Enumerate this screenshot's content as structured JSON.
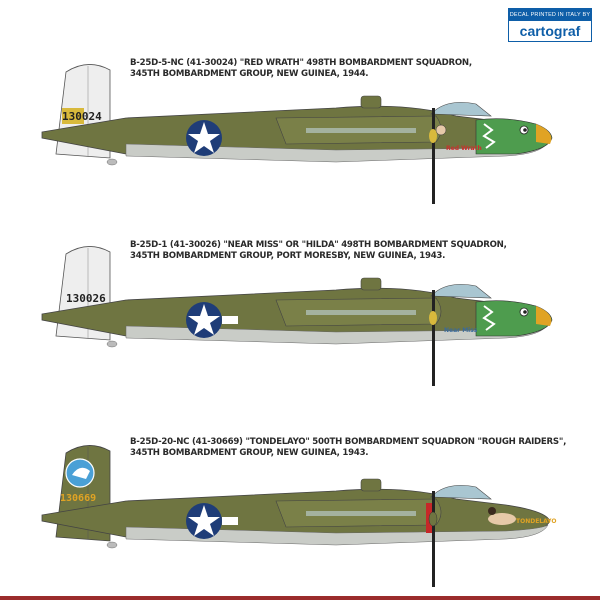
{
  "logo": {
    "top_text": "DECAL PRINTED IN ITALY BY",
    "brand": "cartograf"
  },
  "profiles": [
    {
      "line1": "B-25D-5-NC (41-30024) \"RED WRATH\" 498TH BOMBARDMENT SQUADRON,",
      "line2": "345TH BOMBARDMENT GROUP, NEW GUINEA, 1944.",
      "tail_serial": "130024",
      "nose_art_text": "Red Wrath",
      "colors": {
        "camo": "#6f7541",
        "underside": "#c9ccc7",
        "nose": "#4e9c4e",
        "tail": "#eeeeee"
      }
    },
    {
      "line1": "B-25D-1 (41-30026) \"NEAR MISS\" OR \"HILDA\" 498TH BOMBARDMENT SQUADRON,",
      "line2": "345TH BOMBARDMENT GROUP, PORT MORESBY, NEW GUINEA, 1943.",
      "tail_serial": "130026",
      "nose_art_text": "Near Miss",
      "colors": {
        "camo": "#6f7541",
        "underside": "#c9ccc7",
        "nose": "#4e9c4e",
        "tail": "#eeeeee"
      }
    },
    {
      "line1": "B-25D-20-NC (41-30669) \"TONDELAYO\" 500TH BOMBARDMENT SQUADRON \"ROUGH RAIDERS\",",
      "line2": "345TH BOMBARDMENT GROUP, NEW GUINEA, 1943.",
      "tail_serial": "130669",
      "nose_art_text": "TONDELAYO",
      "colors": {
        "camo": "#6f7541",
        "underside": "#c9ccc7",
        "nose": "#6f7541",
        "tail": "#6f7541"
      }
    }
  ]
}
